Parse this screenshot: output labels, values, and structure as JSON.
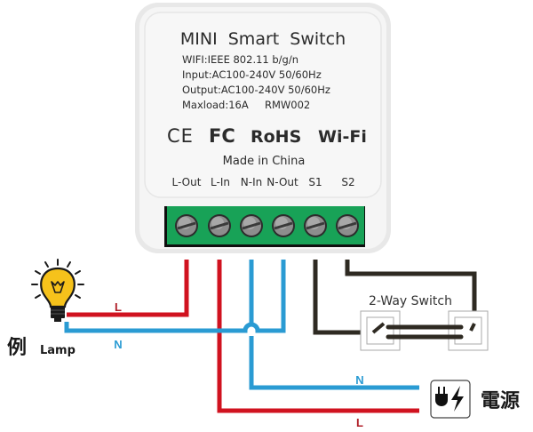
{
  "device": {
    "title": "MINI  Smart  Switch",
    "specs": [
      "WIFI:IEEE 802.11 b/g/n",
      "Input:AC100-240V 50/60Hz",
      "Output:AC100-240V 50/60Hz",
      "Maxload:16A     RMW002"
    ],
    "certifications": [
      "CE",
      "FC",
      "RoHS",
      "Wi-Fi"
    ],
    "made_in": "Made in China",
    "terminals": [
      "L-Out",
      "L-In",
      "N-In",
      "N-Out",
      "S1",
      "S2"
    ]
  },
  "lamp": {
    "prefix": "例",
    "label": "Lamp",
    "icon": "light-bulb-icon"
  },
  "wires": {
    "live_label": "L",
    "neutral_label": "N",
    "live_color": "#d0121f",
    "neutral_color": "#2a9bd3",
    "switch_color": "#2e2a22"
  },
  "switch": {
    "label": "2-Way Switch"
  },
  "power": {
    "icon": "plug-power-icon",
    "label": "電源"
  },
  "colors": {
    "terminal_block": "#17a055",
    "device_body": "#f2f2f2"
  }
}
